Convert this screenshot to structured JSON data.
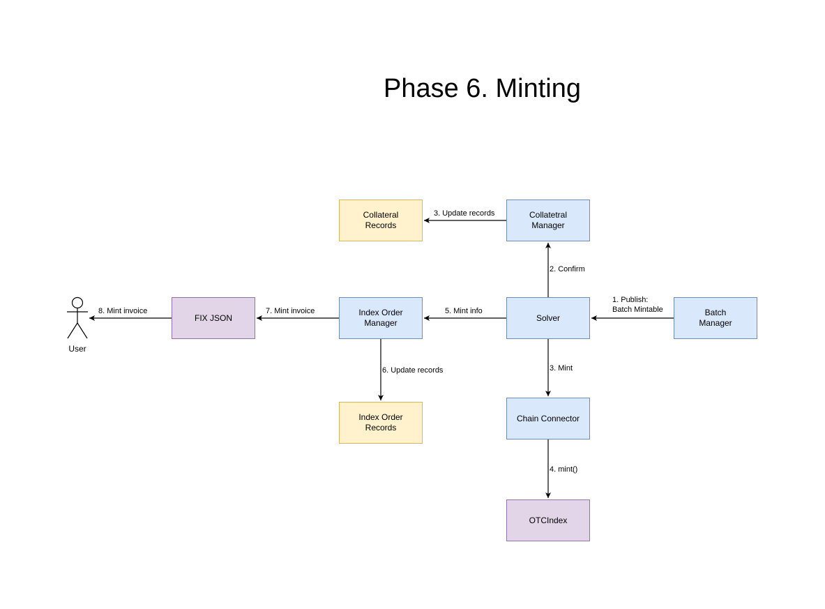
{
  "title": "Phase 6. Minting",
  "nodes": {
    "collateral_records": "Collateral\nRecords",
    "collateral_manager": "Collatetral\nManager",
    "fix_json": "FIX JSON",
    "index_order_manager": "Index Order\nManager",
    "solver": "Solver",
    "batch_manager": "Batch\nManager",
    "index_order_records": "Index Order\nRecords",
    "chain_connector": "Chain Connector",
    "otc_index": "OTCIndex",
    "user": "User"
  },
  "edges": {
    "publish": "1. Publish:\nBatch Mintable",
    "confirm": "2. Confirm",
    "update_collateral": "3. Update records",
    "mint": "3. Mint",
    "mint_call": "4. mint()",
    "mint_info": "5. Mint info",
    "update_index": "6. Update records",
    "mint_invoice_fix": "7. Mint invoice",
    "mint_invoice_user": "8. Mint invoice"
  },
  "colors": {
    "process_fill": "#dae8fc",
    "process_stroke": "#6c8ebf",
    "store_fill": "#fff2cc",
    "store_stroke": "#d6b656",
    "external_fill": "#e1d5e7",
    "external_stroke": "#9673a6"
  }
}
